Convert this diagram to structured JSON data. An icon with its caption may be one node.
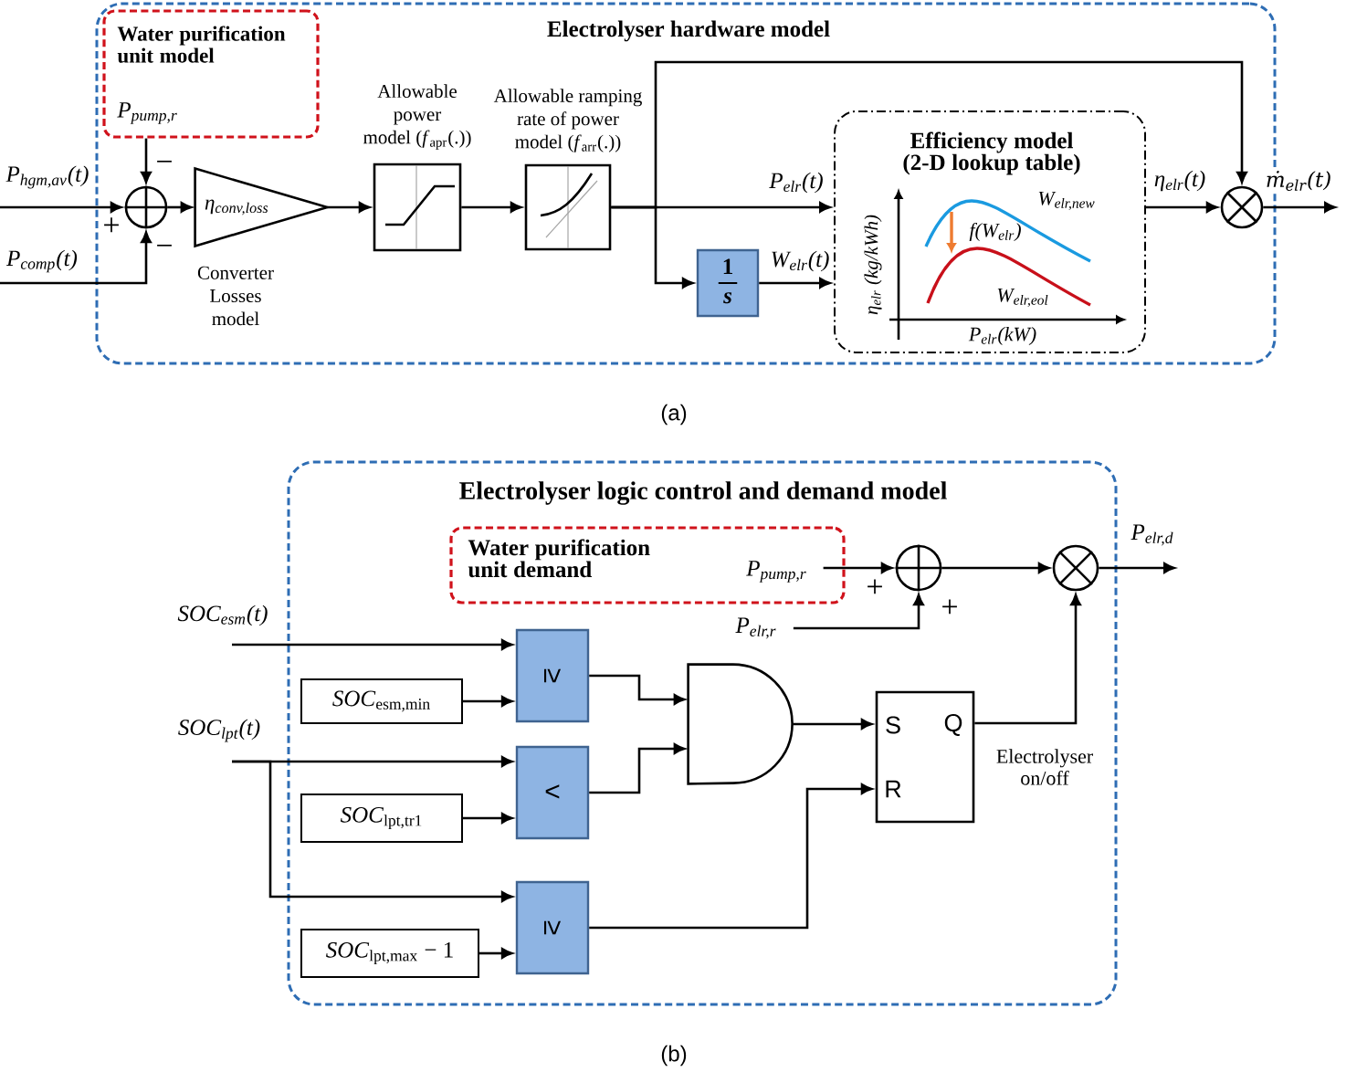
{
  "diagram": {
    "nodes": [
      {
        "text": [
          "Electrolyser hardware model"
        ]
      },
      {
        "text": [
          "Water purification unit model",
          "P$_{pump,r}$"
        ],
        "in": 0
      },
      {
        "text": [],
        "shape": "circle",
        "in": 0,
        "beside": [
          "−",
          "+",
          "−"
        ]
      },
      {
        "text": [
          "η$_{conv,loss}$"
        ],
        "in": 0,
        "beside": [
          "Converter Losses model"
        ]
      },
      {
        "text": [
          "Allowable power model (*f*$_{apr}$(.))"
        ],
        "in": 0
      },
      {
        "text": [
          "Allowable ramping rate of power model (*f*$_{arr}$(.))"
        ],
        "in": 0
      },
      {
        "text": [
          "1",
          "s"
        ],
        "in": 0
      },
      {
        "text": [
          "Efficiency model (2-D lookup table)"
        ],
        "in": 0
      },
      {
        "text": [],
        "shape": "circle",
        "in": 0
      },
      {
        "text": [
          "Electrolyser logic control and demand model"
        ]
      },
      {
        "text": [
          "Water purification unit demand",
          "P$_{pump,r}$"
        ],
        "in": 9
      },
      {
        "text": [
          "P$_{elr,r}$"
        ],
        "in": 9
      },
      {
        "text": [],
        "shape": "circle",
        "in": 9,
        "beside": [
          "+",
          "+"
        ]
      },
      {
        "text": [],
        "shape": "circle",
        "in": 9
      },
      {
        "text": [
          "≥"
        ],
        "in": 9
      },
      {
        "text": [
          "*SOC*$_{esm,min}$"
        ],
        "in": 9
      },
      {
        "text": [
          "<"
        ],
        "in": 9
      },
      {
        "text": [
          "*SOC*$_{lpt,tr1}$"
        ],
        "in": 9
      },
      {
        "text": [
          "≥"
        ],
        "in": 9
      },
      {
        "text": [
          "*SOC*$_{lpt,max}$ − 1"
        ],
        "in": 9
      },
      {
        "text": [],
        "shape": "gate",
        "in": 9
      },
      {
        "text": [
          "S",
          "Q",
          "R"
        ],
        "in": 9
      }
    ],
    "edges": [
      {
        "from": null,
        "to": 2,
        "arrow": "to",
        "label": "P$_{hgm,av}$(t)"
      },
      {
        "from": null,
        "to": 2,
        "arrow": "to",
        "label": "P$_{comp}$(t)"
      },
      {
        "from": 1,
        "to": 2,
        "arrow": "to"
      },
      {
        "from": 2,
        "to": 3,
        "arrow": "to"
      },
      {
        "from": 3,
        "to": 4,
        "arrow": "to"
      },
      {
        "from": 4,
        "to": 5,
        "arrow": "to"
      },
      {
        "from": 5,
        "to": 7,
        "arrow": "to",
        "label": "P$_{elr}$(t)"
      },
      {
        "from": 5,
        "to": 6,
        "arrow": "to"
      },
      {
        "from": 5,
        "to": 8,
        "arrow": "to"
      },
      {
        "from": 6,
        "to": 7,
        "arrow": "to",
        "label": "W$_{elr}$(t)"
      },
      {
        "from": 7,
        "to": 8,
        "arrow": "to",
        "label": "η$_{elr}$(t)"
      },
      {
        "from": 8,
        "to": null,
        "arrow": "to",
        "label": "ṁ$_{elr}$(t)"
      },
      {
        "from": 10,
        "to": 12,
        "arrow": "to"
      },
      {
        "from": 11,
        "to": 12,
        "arrow": "to"
      },
      {
        "from": 12,
        "to": 13,
        "arrow": "to"
      },
      {
        "from": 13,
        "to": null,
        "arrow": "to",
        "label": "P$_{elr,d}$"
      },
      {
        "from": null,
        "to": 14,
        "arrow": "to",
        "label": "SOC$_{esm}$(t)"
      },
      {
        "from": 15,
        "to": 14,
        "arrow": "to"
      },
      {
        "from": null,
        "to": 16,
        "arrow": "to",
        "label": "SOC$_{lpt}$(t)"
      },
      {
        "from": null,
        "to": 18,
        "arrow": "to"
      },
      {
        "from": 17,
        "to": 16,
        "arrow": "to"
      },
      {
        "from": 19,
        "to": 18,
        "arrow": "to"
      },
      {
        "from": 14,
        "to": 20,
        "arrow": "to"
      },
      {
        "from": 16,
        "to": 20,
        "arrow": "to"
      },
      {
        "from": 20,
        "to": 21,
        "arrow": "to"
      },
      {
        "from": 18,
        "to": 21,
        "arrow": "to"
      },
      {
        "from": 21,
        "to": 13,
        "arrow": "to",
        "label": "Electrolyser on/off"
      }
    ],
    "labels": [
      "W$_{elr,new}$",
      "f(W$_{elr}$)",
      "η$_{elr}$ (kg/kWh)",
      "W$_{elr,eol}$",
      "P$_{elr}$(kW)",
      "(a)",
      "(b)"
    ]
  }
}
